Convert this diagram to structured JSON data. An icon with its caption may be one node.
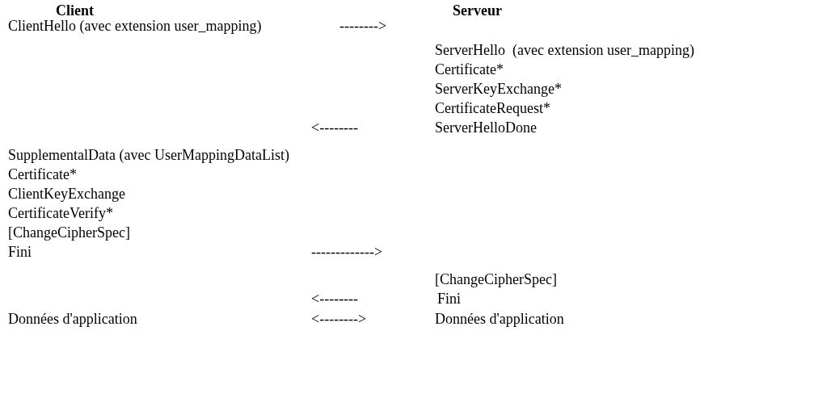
{
  "diagram": {
    "labels": [
      "Client",
      "Serveur",
      "ClientHello (avec extension user_mapping)",
      "-------->",
      "ServerHello  (avec extension user_mapping)",
      "Certificate*",
      "ServerKeyExchange*",
      "CertificateRequest*",
      "<--------",
      "ServerHelloDone",
      "SupplementalData (avec UserMappingDataList)",
      "Certificate*",
      "ClientKeyExchange",
      "CertificateVerify*",
      "[ChangeCipherSpec]",
      "Fini",
      "------------->",
      "[ChangeCipherSpec]",
      "<--------",
      "Fini",
      "Données d'application",
      "<-------->",
      "Données d'application"
    ]
  }
}
